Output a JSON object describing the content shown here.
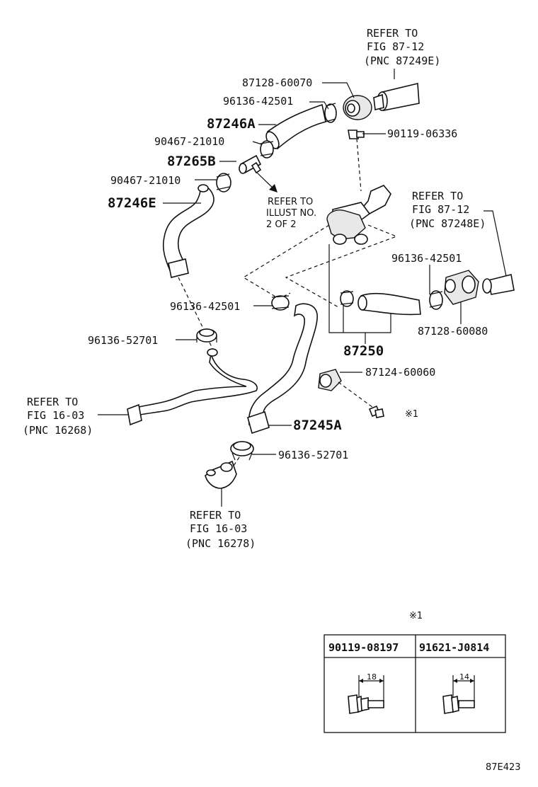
{
  "labels": {
    "ref_top_1": "REFER TO",
    "ref_top_2": "FIG 87-12",
    "ref_top_3": "(PNC 87249E)",
    "p87128_60070": "87128-60070",
    "p96136_42501_a": "96136-42501",
    "p87246A": "87246A",
    "p90467_21010_a": "90467-21010",
    "p90119_06336": "90119-06336",
    "p87265B": "87265B",
    "p90467_21010_b": "90467-21010",
    "p87246E": "87246E",
    "ref_illust_1": "REFER TO",
    "ref_illust_2": "ILLUST NO.",
    "ref_illust_3": "2 OF 2",
    "ref_right_1": "REFER TO",
    "ref_right_2": "FIG 87-12",
    "ref_right_3": "(PNC 87248E)",
    "p96136_42501_b": "96136-42501",
    "p96136_42501_c": "96136-42501",
    "p87128_60080": "87128-60080",
    "p96136_52701_a": "96136-52701",
    "p87250": "87250",
    "p87124_60060": "87124-60060",
    "ref_left_1": "REFER TO",
    "ref_left_2": "FIG 16-03",
    "ref_left_3": "(PNC 16268)",
    "mark1": "※1",
    "p87245A": "87245A",
    "p96136_52701_b": "96136-52701",
    "ref_bottom_1": "REFER TO",
    "ref_bottom_2": "FIG 16-03",
    "ref_bottom_3": "(PNC 16278)"
  },
  "table": {
    "mark": "※1",
    "headers": [
      "90119-08197",
      "91621-J0814"
    ],
    "dims": [
      "18",
      "14"
    ]
  },
  "footer": {
    "code": "87E423"
  }
}
